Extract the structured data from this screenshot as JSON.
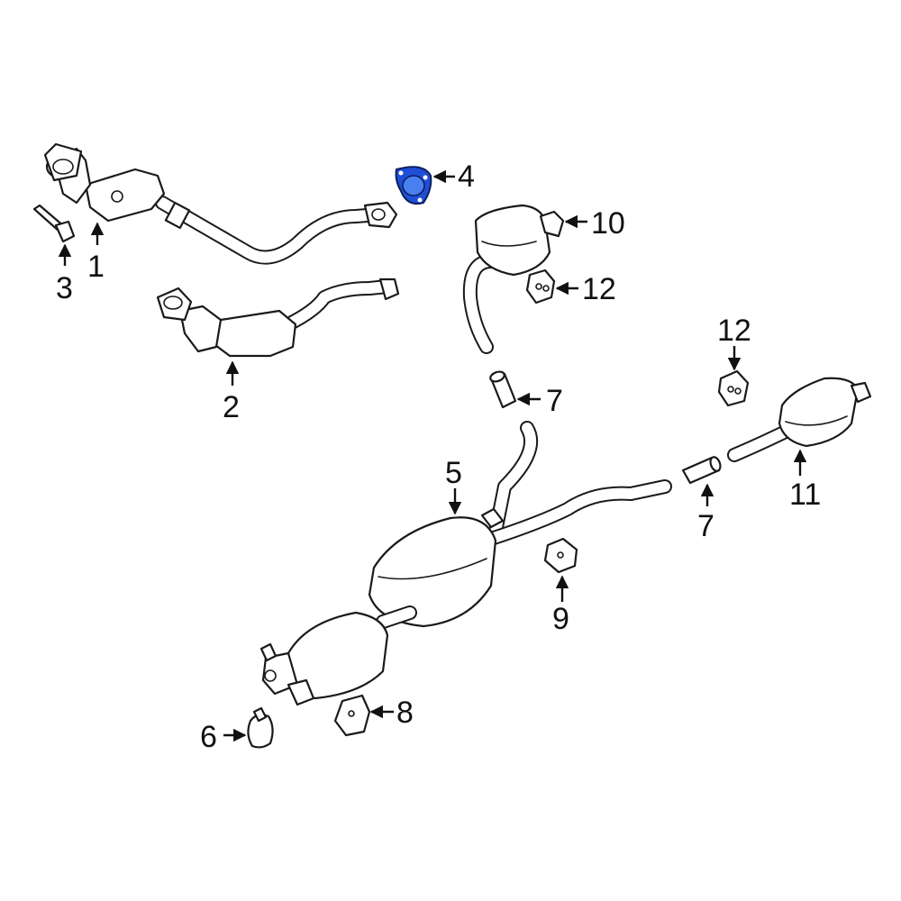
{
  "diagram": {
    "highlight_color": "#1f4fd8",
    "line_color": "#1a1a1a",
    "background": "#ffffff",
    "callouts": [
      {
        "id": "c1",
        "label": "1"
      },
      {
        "id": "c2",
        "label": "2"
      },
      {
        "id": "c3",
        "label": "3"
      },
      {
        "id": "c4",
        "label": "4",
        "highlighted": true
      },
      {
        "id": "c5",
        "label": "5"
      },
      {
        "id": "c6",
        "label": "6"
      },
      {
        "id": "c7a",
        "label": "7"
      },
      {
        "id": "c7b",
        "label": "7"
      },
      {
        "id": "c8",
        "label": "8"
      },
      {
        "id": "c9",
        "label": "9"
      },
      {
        "id": "c10",
        "label": "10"
      },
      {
        "id": "c11",
        "label": "11"
      },
      {
        "id": "c12a",
        "label": "12"
      },
      {
        "id": "c12b",
        "label": "12"
      }
    ]
  }
}
